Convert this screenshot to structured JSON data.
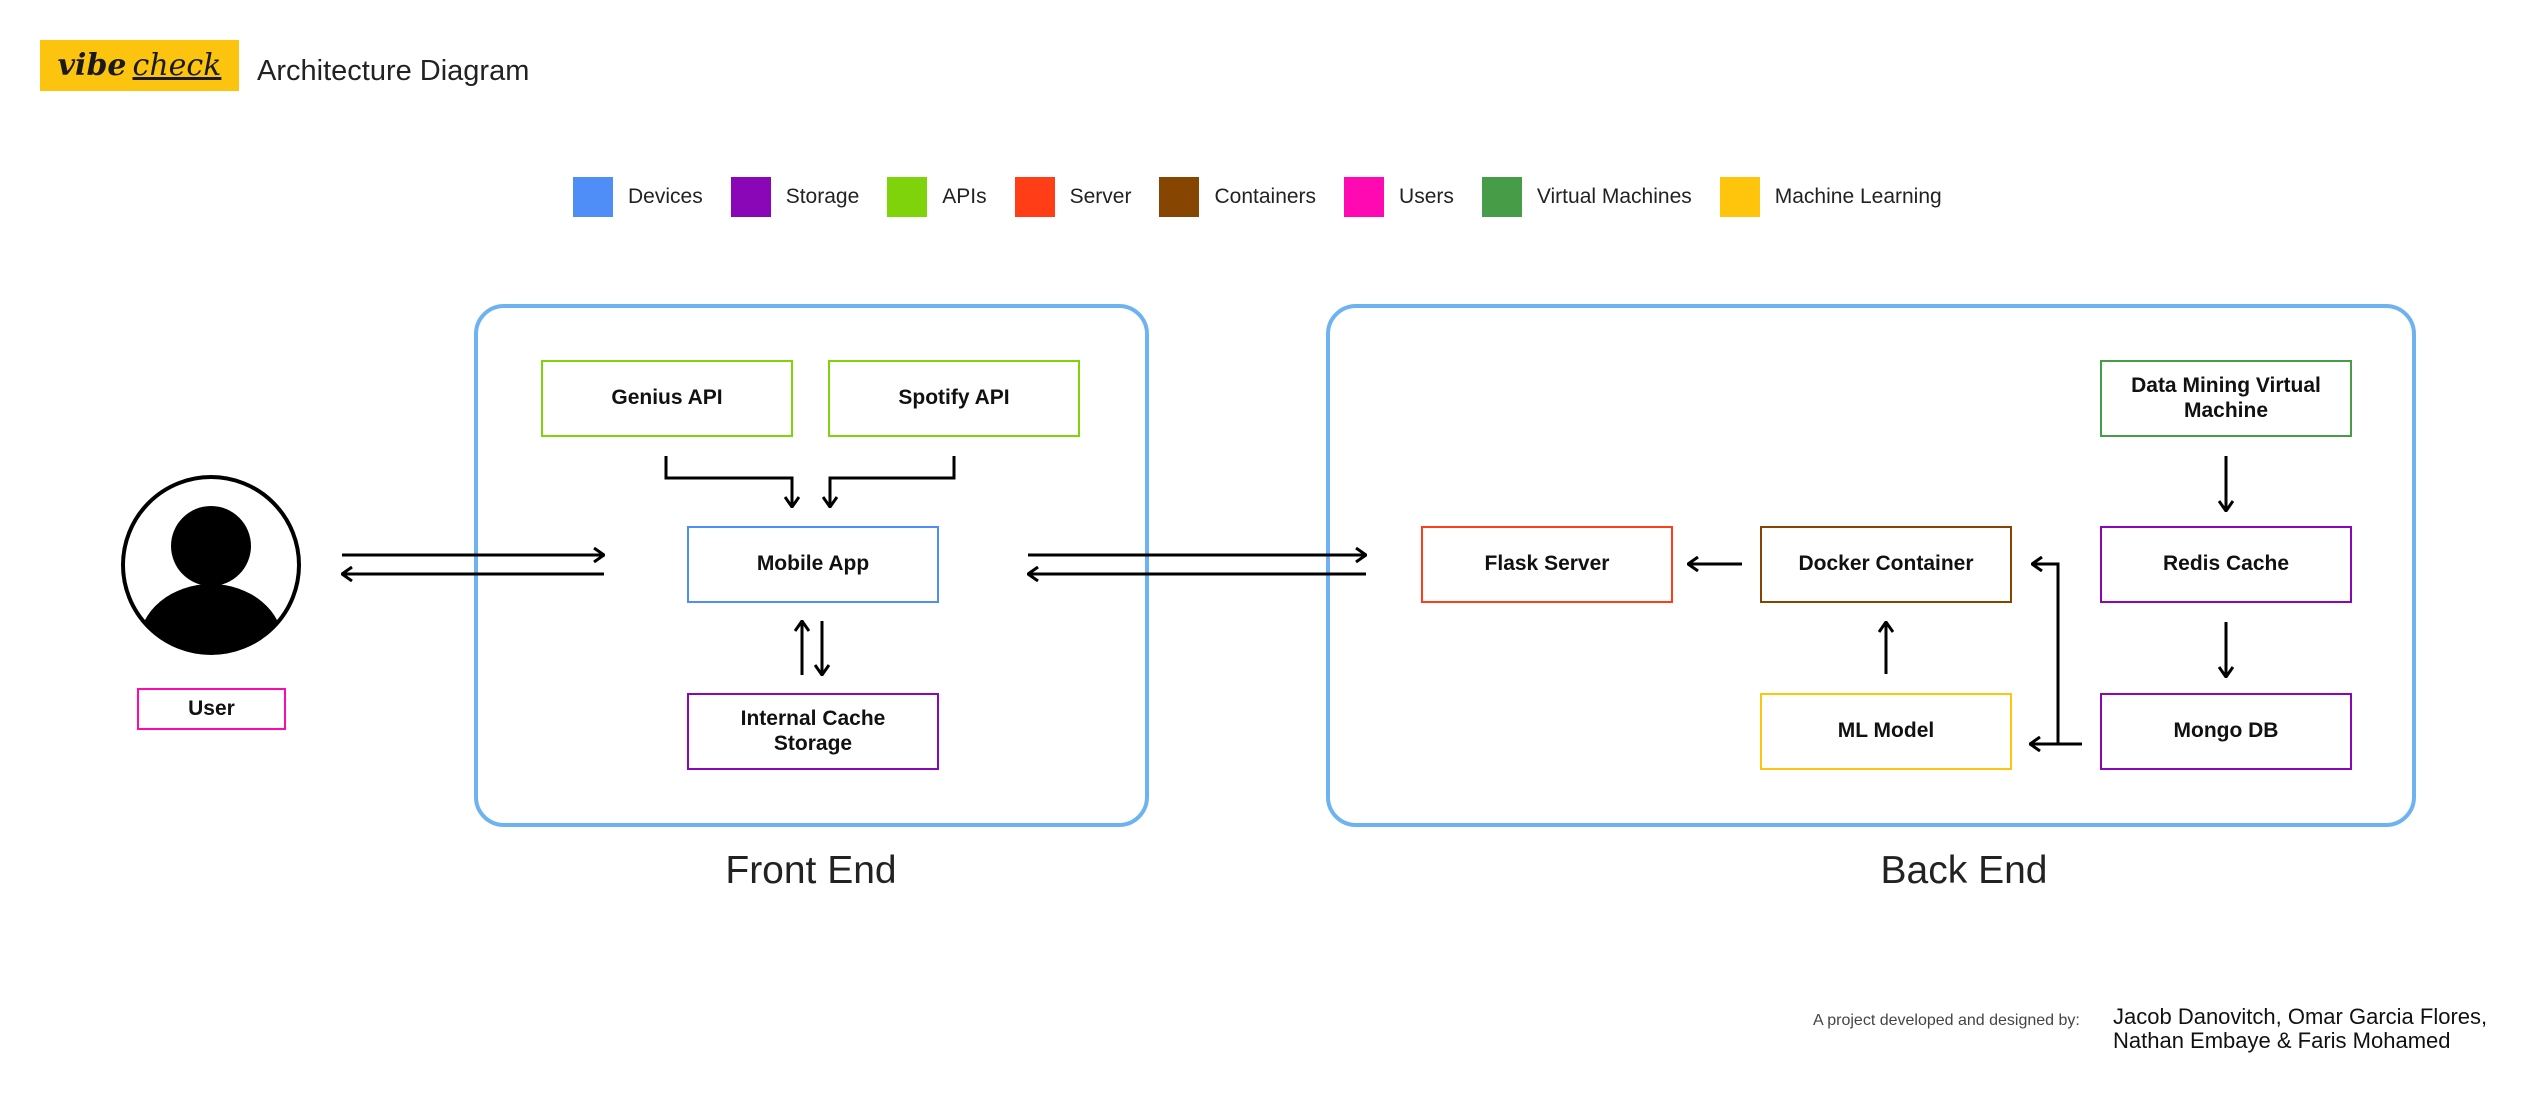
{
  "header": {
    "logo": {
      "word1": "vibe",
      "word2": "check"
    },
    "title": "Architecture Diagram"
  },
  "legend": [
    {
      "label": "Devices",
      "color": "#4f8ef7"
    },
    {
      "label": "Storage",
      "color": "#8a07b8"
    },
    {
      "label": "APIs",
      "color": "#7ed30b"
    },
    {
      "label": "Server",
      "color": "#ff3d17"
    },
    {
      "label": "Containers",
      "color": "#874502"
    },
    {
      "label": "Users",
      "color": "#ff0ab2"
    },
    {
      "label": "Virtual Machines",
      "color": "#479c48"
    },
    {
      "label": "Machine Learning",
      "color": "#ffc40c"
    }
  ],
  "groups": {
    "front_end": {
      "label": "Front End",
      "border_color": "#6db3f2"
    },
    "back_end": {
      "label": "Back End",
      "border_color": "#6db3f2"
    }
  },
  "nodes": {
    "user": {
      "label": "User",
      "category": "Users"
    },
    "genius_api": {
      "label": "Genius API",
      "category": "APIs"
    },
    "spotify_api": {
      "label": "Spotify API",
      "category": "APIs"
    },
    "mobile_app": {
      "label": "Mobile App",
      "category": "Devices"
    },
    "internal_cache": {
      "label": "Internal Cache Storage",
      "category": "Storage"
    },
    "flask_server": {
      "label": "Flask Server",
      "category": "Server"
    },
    "docker_container": {
      "label": "Docker Container",
      "category": "Containers"
    },
    "ml_model": {
      "label": "ML Model",
      "category": "Machine Learning"
    },
    "data_mining_vm": {
      "label": "Data Mining Virtual Machine",
      "category": "Virtual Machines"
    },
    "redis_cache": {
      "label": "Redis Cache",
      "category": "Storage"
    },
    "mongo_db": {
      "label": "Mongo DB",
      "category": "Storage"
    }
  },
  "footer": {
    "prefix": "A project developed and designed by:",
    "names_line1": "Jacob Danovitch, Omar Garcia Flores,",
    "names_line2": "Nathan Embaye & Faris Mohamed"
  }
}
